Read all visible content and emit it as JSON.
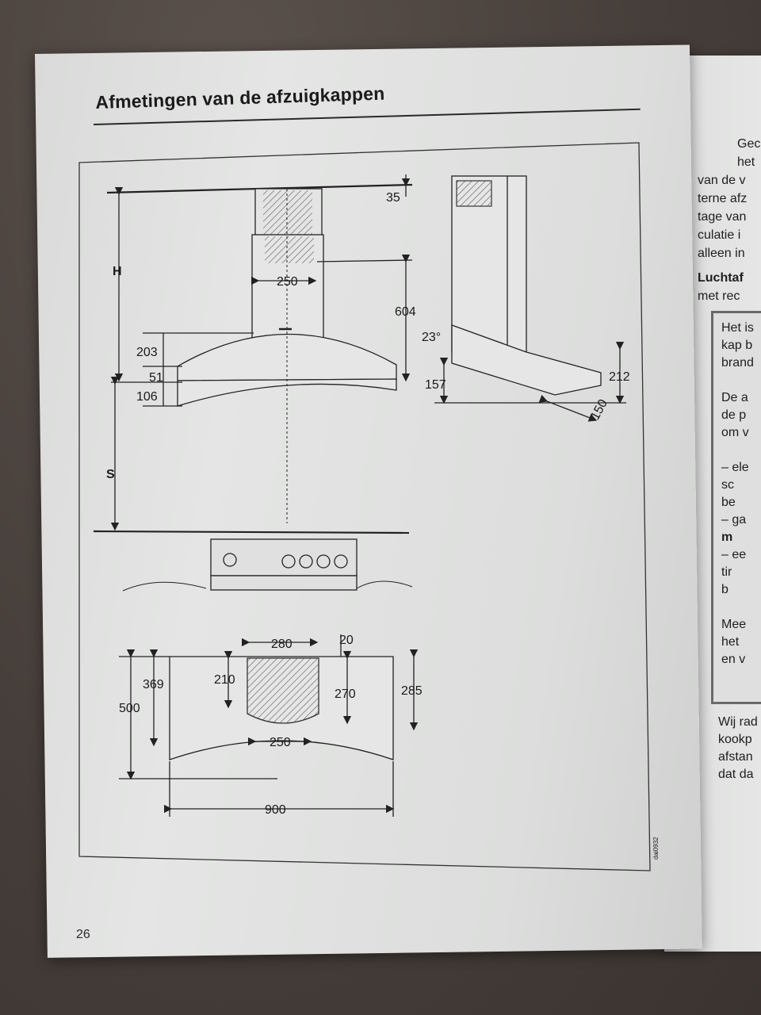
{
  "page": {
    "title": "Afmetingen van de afzuigkappen",
    "page_number": "26",
    "figure_code": "dai0932"
  },
  "dimensions_front": {
    "top_gap": "35",
    "duct_width": "250",
    "chimney_height": "604",
    "hood_height": "203",
    "lip_height": "51",
    "lower_height": "106",
    "label_h": "H",
    "label_s": "S"
  },
  "dimensions_side": {
    "angle": "23°",
    "front_height": "157",
    "rear_height": "212",
    "glass_depth": "150"
  },
  "dimensions_top": {
    "duct_width_top": "280",
    "duct_offset": "20",
    "duct_depth_left": "210",
    "duct_depth_right": "270",
    "hood_depth_right": "285",
    "inner_depth": "369",
    "total_depth": "500",
    "duct_width_bottom": "250",
    "total_width": "900"
  },
  "right_page": {
    "lines": [
      "Gec",
      "het",
      "van de v",
      "terne afz",
      "tage van",
      "culatie i",
      "alleen in"
    ],
    "heading": "Luchtaf",
    "subline": "met rec",
    "box_lines": [
      "Het is",
      "kap b",
      "brand",
      "",
      "De a",
      "de p",
      "om v",
      "",
      "– ele",
      "  sc",
      "  be",
      "– ga",
      "  m",
      "– ee",
      "  tir",
      "  b",
      "",
      "Mee",
      "het",
      "en v"
    ],
    "after_lines": [
      "Wij rad",
      "kookp",
      "afstan",
      "dat da"
    ]
  }
}
